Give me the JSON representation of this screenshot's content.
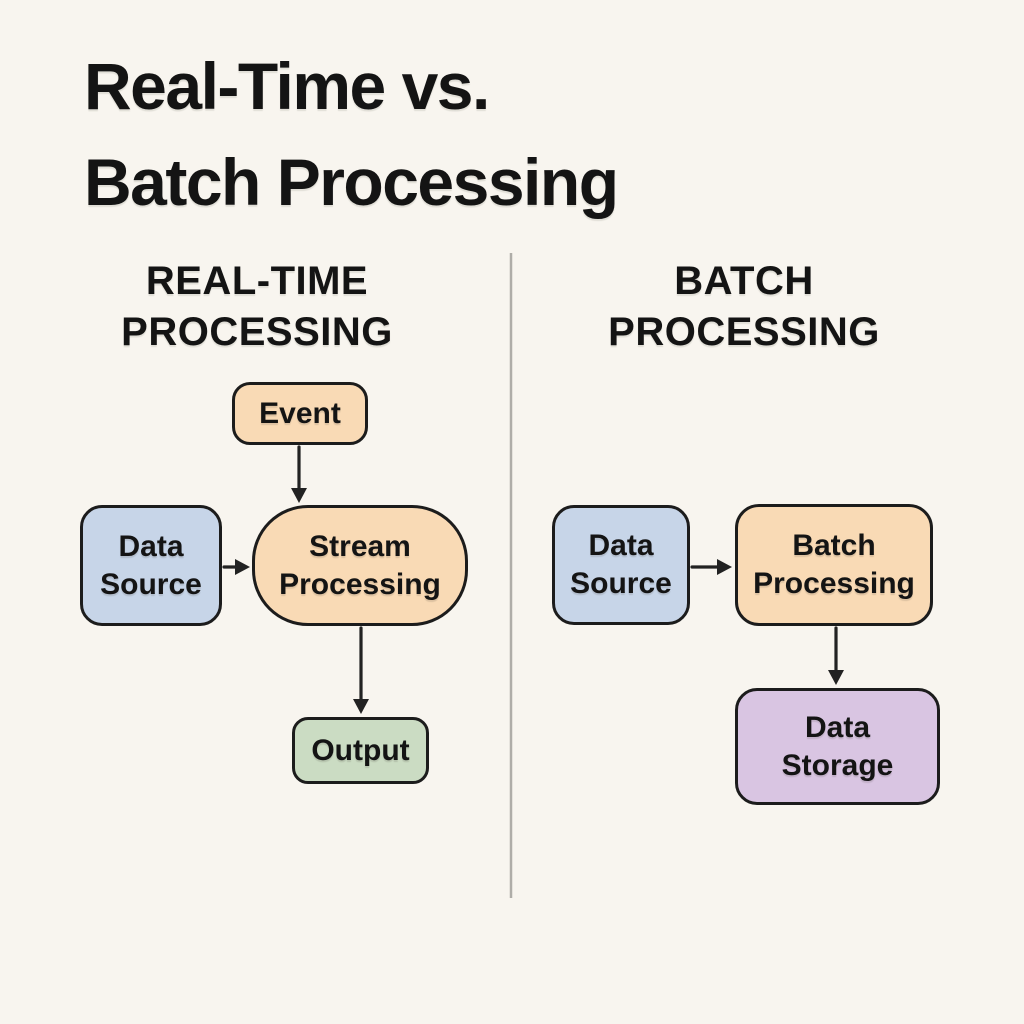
{
  "title": {
    "line1": "Real-Time vs.",
    "line2": "Batch Processing"
  },
  "left_column": {
    "header_line1": "REAL-TIME",
    "header_line2": "PROCESSING",
    "event_label": "Event",
    "data_source_line1": "Data",
    "data_source_line2": "Source",
    "processing_line1": "Stream",
    "processing_line2": "Processing",
    "output_label": "Output"
  },
  "right_column": {
    "header_line1": "BATCH",
    "header_line2": "PROCESSING",
    "data_source_line1": "Data",
    "data_source_line2": "Source",
    "processing_line1": "Batch",
    "processing_line2": "Processing",
    "storage_line1": "Data",
    "storage_line2": "Storage"
  },
  "colors": {
    "background": "#F8F5EF",
    "text": "#141414",
    "box-orange": "#F9DAB5",
    "box-blue": "#C7D5E8",
    "box-green": "#CBDCC3",
    "box-purple": "#D9C5E2",
    "box-border": "#1C1C1C",
    "arrow": "#222222",
    "divider": "#AFADA8"
  }
}
